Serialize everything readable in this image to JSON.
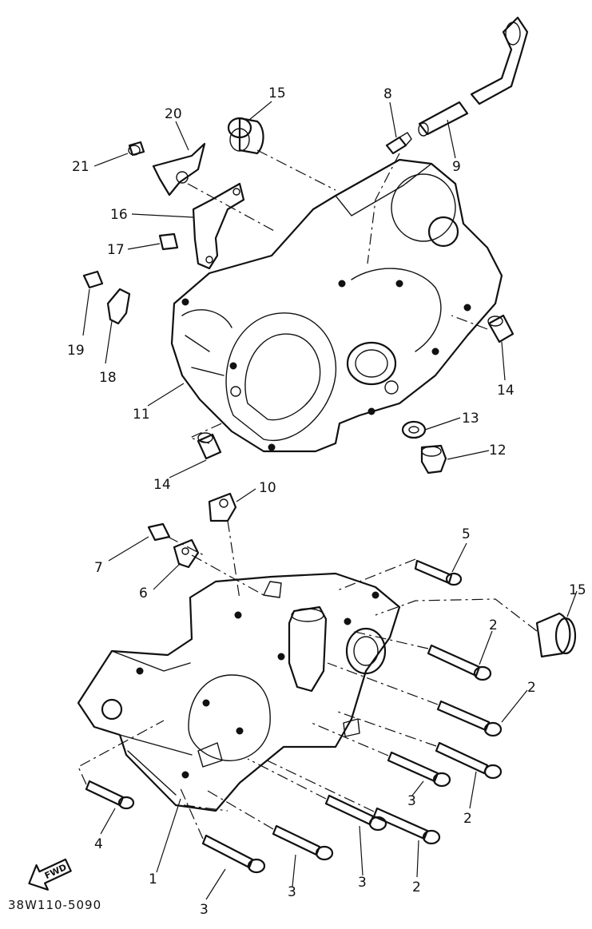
{
  "diagram_code": "38W110-5090",
  "fwd_label": "FWD",
  "callouts": {
    "p20": "20",
    "p21": "21",
    "p15a": "15",
    "p8": "8",
    "p9": "9",
    "p16": "16",
    "p17": "17",
    "p19": "19",
    "p18": "18",
    "p11": "11",
    "p14a": "14",
    "p14b": "14",
    "p13": "13",
    "p12": "12",
    "p10": "10",
    "p7": "7",
    "p6": "6",
    "p5": "5",
    "p15b": "15",
    "p2a": "2",
    "p2b": "2",
    "p2c": "2",
    "p2d": "2",
    "p3a": "3",
    "p3b": "3",
    "p3c": "3",
    "p3d": "3",
    "p4": "4",
    "p1": "1"
  }
}
